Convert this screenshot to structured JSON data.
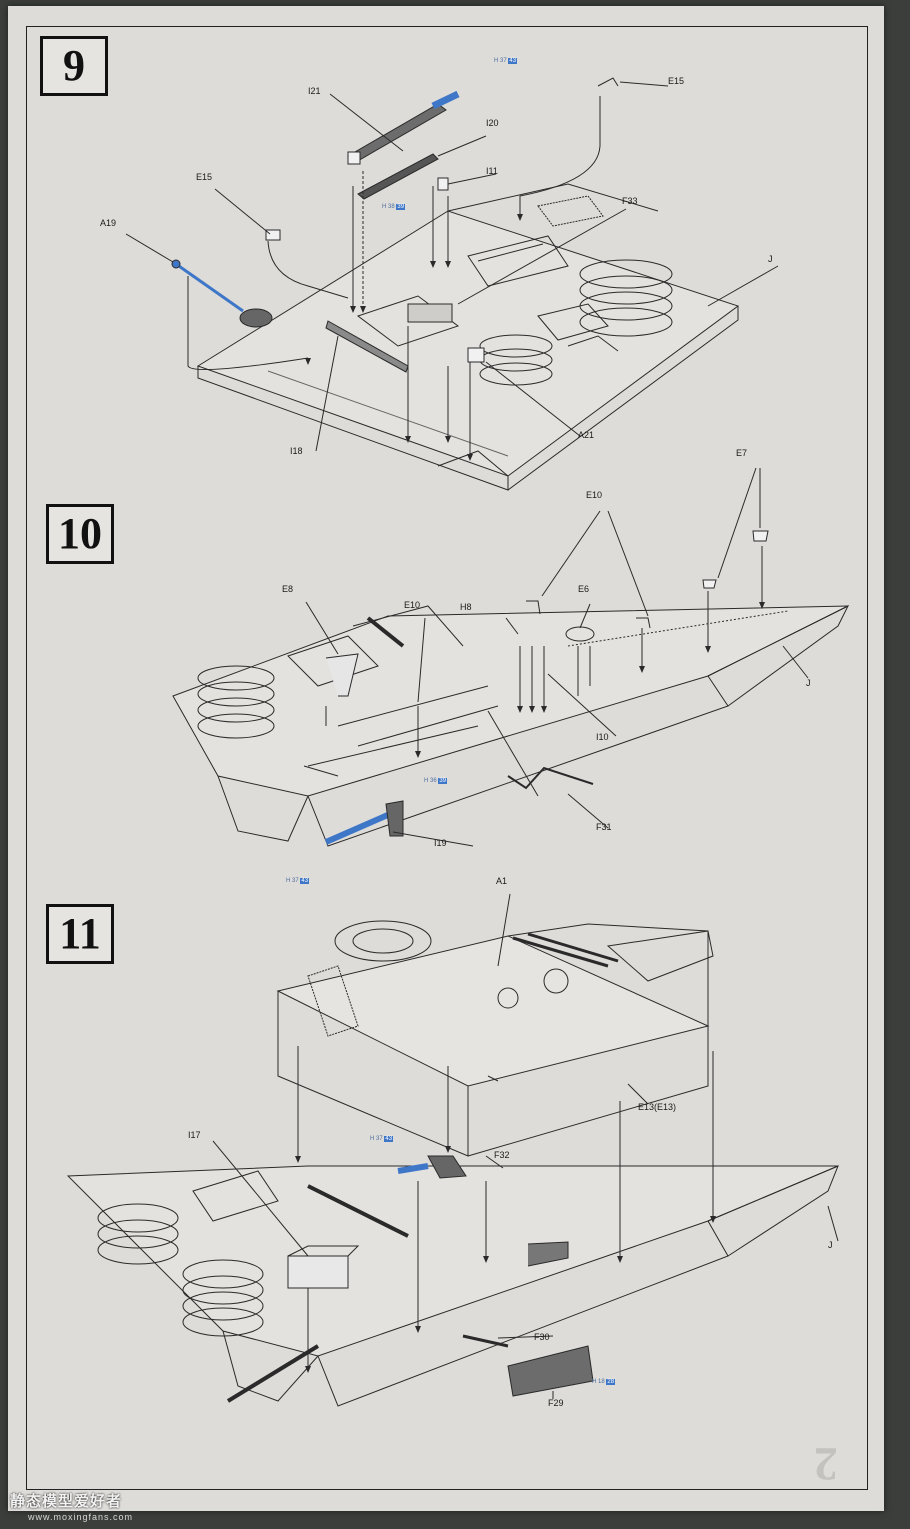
{
  "steps": [
    {
      "number": "9",
      "labels": [
        "I21",
        "I20",
        "I11",
        "E15",
        "E15",
        "F33",
        "A19",
        "J",
        "I18",
        "A21"
      ],
      "refs": [
        {
          "prefix": "H",
          "code": "37",
          "badge": "43"
        },
        {
          "prefix": "H",
          "code": "38",
          "badge": "39"
        }
      ]
    },
    {
      "number": "10",
      "labels": [
        "E10",
        "E7",
        "E8",
        "E10",
        "E6",
        "H8",
        "J",
        "I10",
        "F31",
        "I19"
      ],
      "refs": [
        {
          "prefix": "H",
          "code": "36",
          "badge": "39"
        },
        {
          "prefix": "H",
          "code": "37",
          "badge": "43"
        }
      ]
    },
    {
      "number": "11",
      "labels": [
        "A1",
        "E13(E13)",
        "I17",
        "F32",
        "J",
        "F30",
        "F29"
      ],
      "refs": [
        {
          "prefix": "H",
          "code": "37",
          "badge": "43"
        },
        {
          "prefix": "H",
          "code": "18",
          "badge": "28"
        }
      ]
    }
  ],
  "page_number": "2",
  "watermark": {
    "site_name": "静态模型爱好者",
    "url": "www.moxingfans.com"
  },
  "colors": {
    "paper": "#dedcd8",
    "line": "#2a2a2a",
    "highlight": "#3f77c8"
  }
}
